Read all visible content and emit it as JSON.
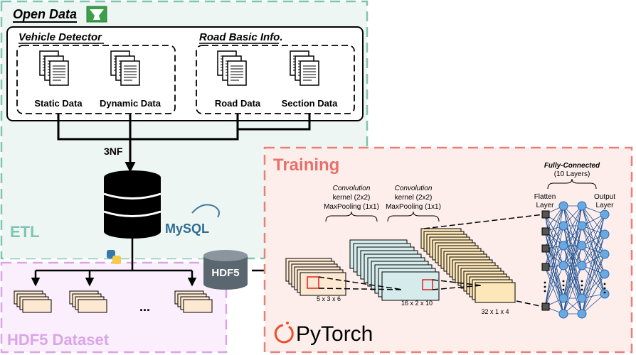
{
  "etl": {
    "open_data_title": "Open Data",
    "vehicle_detector_title": "Vehicle Detector",
    "road_basic_title": "Road Basic Info.",
    "static_data": "Static Data",
    "dynamic_data": "Dynamic Data",
    "road_data": "Road Data",
    "section_data": "Section Data",
    "nf_label": "3NF",
    "etl_label": "ETL",
    "mysql_label": "MySQL"
  },
  "dataset": {
    "title": "HDF5 Dataset",
    "ellipsis": "...",
    "hdf5_label": "HDF5"
  },
  "training": {
    "title": "Training",
    "conv1_title": "Convolution",
    "conv1_kernel": "kernel (2x2)",
    "conv1_pool": "MaxPooling (1x1)",
    "conv2_title": "Convolution",
    "conv2_kernel": "kernel (2x2)",
    "conv2_pool": "MaxPooling (1x1)",
    "fc_title": "Fully-Connected",
    "fc_sub": "(10 Layers)",
    "flatten_label_1": "Flatten",
    "flatten_label_2": "Layer",
    "output_label_1": "Output",
    "output_label_2": "Layer",
    "dim1": "5 x 3 x 6",
    "dim2": "16 x 2 x 10",
    "dim3": "32 x 1 x 4",
    "pytorch_label": "PyTorch"
  },
  "colors": {
    "etl_border": "#7fc4b0",
    "etl_bg": "#eef6f3",
    "dataset_border": "#d9a5e6",
    "dataset_bg": "#fbeffd",
    "training_border": "#e8807a",
    "training_bg": "#fdeeec",
    "training_title": "#e8706a",
    "neuron": "#6aa8e0",
    "pytorch": "#ee4c2c"
  }
}
